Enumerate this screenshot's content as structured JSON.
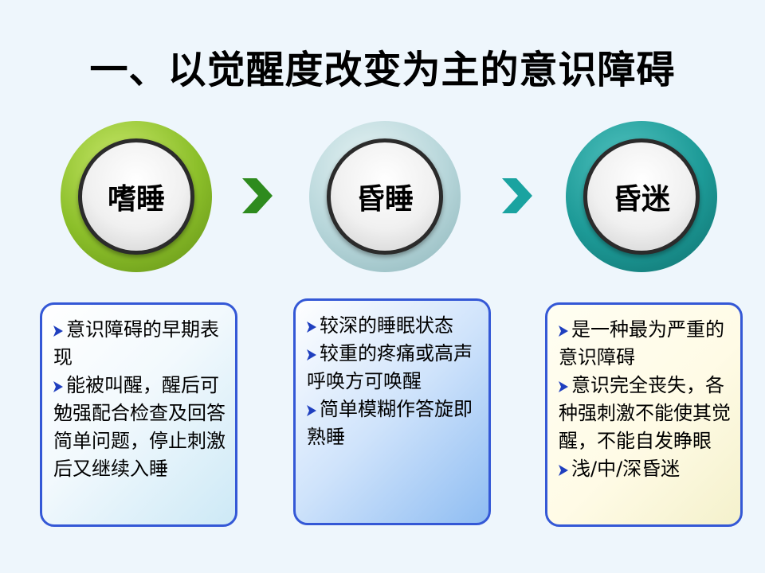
{
  "title": "一、以觉醒度改变为主的意识障碍",
  "stages": [
    {
      "label": "嗜睡"
    },
    {
      "label": "昏睡"
    },
    {
      "label": "昏迷"
    }
  ],
  "boxes": [
    {
      "items": [
        "意识障碍的早期表现",
        "能被叫醒，醒后可勉强配合检查及回答简单问题，停止刺激后又继续入睡"
      ]
    },
    {
      "items": [
        "较深的睡眠状态",
        "较重的疼痛或高声呼唤方可唤醒",
        "简单模糊作答旋即熟睡"
      ]
    },
    {
      "items": [
        "是一种最为严重的意识障碍",
        "意识完全丧失，各种强刺激不能使其觉醒，不能自发睁眼",
        "浅/中/深昏迷"
      ]
    }
  ],
  "colors": {
    "circle_green": "#8cbf2a",
    "circle_light": "#b7d6da",
    "circle_teal": "#1d9a97",
    "chevron_green": "#2e8b1e",
    "chevron_teal": "#1aa3a0",
    "box_border": "#3458d6",
    "bullet": "#1f3fbf"
  },
  "icons": [
    "chevron-right-icon",
    "bullet-arrow-icon"
  ]
}
